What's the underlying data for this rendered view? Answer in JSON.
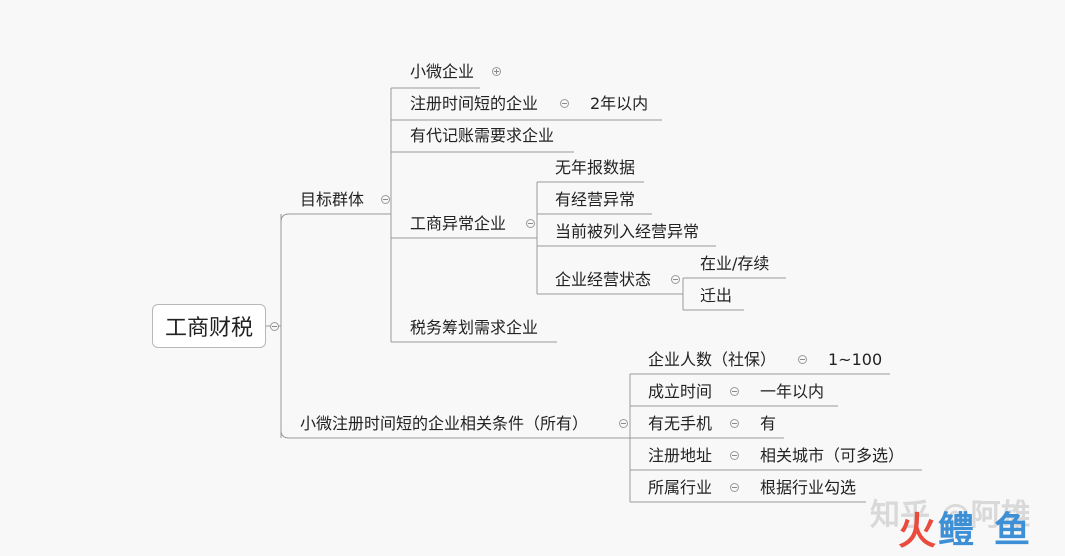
{
  "root": {
    "label": "工商财税"
  },
  "branch1": {
    "label": "目标群体",
    "children": {
      "c1": "小微企业",
      "c2": "注册时间短的企业",
      "c2_detail": "2年以内",
      "c3": "有代记账需要求企业",
      "c4": "工商异常企业",
      "c4_children": {
        "a": "无年报数据",
        "b": "有经营异常",
        "c": "当前被列入经营异常",
        "d": "企业经营状态",
        "d_children": {
          "x": "在业/存续",
          "y": "迁出"
        }
      },
      "c5": "税务筹划需求企业"
    }
  },
  "branch2": {
    "label": "小微注册时间短的企业相关条件（所有）",
    "children": {
      "r1": {
        "label": "企业人数（社保）",
        "value": "1~100"
      },
      "r2": {
        "label": "成立时间",
        "value": "一年以内"
      },
      "r3": {
        "label": "有无手机",
        "value": "有"
      },
      "r4": {
        "label": "注册地址",
        "value": "相关城市（可多选）"
      },
      "r5": {
        "label": "所属行业",
        "value": "根据行业勾选"
      }
    }
  },
  "watermark": {
    "text": "知乎 @阿雄"
  },
  "logo": {
    "p1": "火",
    "p2": "鳢",
    "p3": "鱼"
  }
}
